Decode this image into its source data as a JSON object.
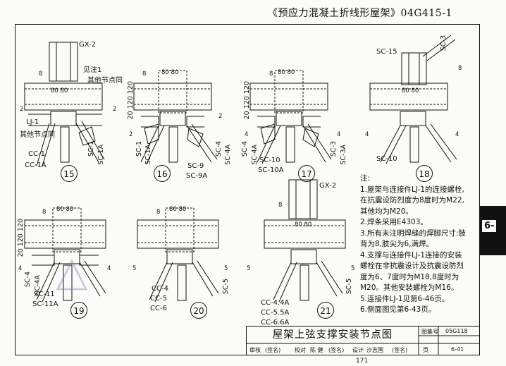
{
  "header": {
    "title": "《预应力混凝土折线形屋架》04G415-1"
  },
  "side_tab": {
    "label": "6-"
  },
  "notes": {
    "heading": "注:",
    "lines": [
      "1.屋架与连接件LJ-1的连接螺栓,",
      "  在抗震设防烈度为8度时为M22,",
      "  其他均为M20。",
      "2.焊条采用E4303。",
      "3.所有未注明焊缝的焊脚尺寸:肢",
      "  背为8,肢尖为6,满焊。",
      "4.支撑与连接件LJ-1连接的安装",
      "  螺栓在非抗震设计及抗震设防烈",
      "  度为6、7度时为M18,8度时为",
      "  M20。其他安装螺栓为M16。",
      "5.连接件LJ-1见第6-46页。",
      "6.侧面图见第6-43页。"
    ]
  },
  "title_block": {
    "title": "屋架上弦支撑安装节点图",
    "atlas_label": "图集号",
    "atlas_no": "05G118",
    "page_label": "页",
    "page_no": "6-41",
    "review_label": "审核",
    "reviewer": "(签名)",
    "check_label": "校对",
    "checker": "陈 健",
    "checker_sign": "(签名)",
    "design_label": "设计",
    "designer": "沙志国",
    "designer_sign": "(签名)"
  },
  "page_number": "171",
  "details": [
    {
      "id": "d15",
      "number": "15",
      "labels": [
        "GX-2",
        "8",
        "见注1",
        "其他节点同",
        "80 80",
        "LJ-1",
        "其他节点同",
        "CC-1",
        "CC-1A",
        "SC-1A",
        "SC-1",
        "2",
        "2"
      ]
    },
    {
      "id": "d16",
      "number": "16",
      "labels": [
        "8",
        "80 80",
        "20 120 120",
        "SC-1",
        "SC-1A",
        "SC-9",
        "SC-9A",
        "SC-4",
        "SC-4A",
        "2",
        "2"
      ]
    },
    {
      "id": "d17",
      "number": "17",
      "labels": [
        "8",
        "80 80",
        "20 120 120",
        "SC-4",
        "SC-4A",
        "SC-10",
        "SC-10A",
        "SC-3",
        "SC-3A",
        "4",
        "4"
      ]
    },
    {
      "id": "d18",
      "number": "18",
      "labels": [
        "SC-15",
        "8",
        "80 80",
        "SC-3",
        "SC-10",
        "4",
        "4"
      ]
    },
    {
      "id": "d19",
      "number": "19",
      "labels": [
        "8",
        "80 80",
        "20 120 120",
        "SC-4",
        "SC-4A",
        "SC-11",
        "SC-11A",
        "4",
        "4"
      ]
    },
    {
      "id": "d20",
      "number": "20",
      "labels": [
        "8",
        "80 80",
        "CC-4",
        "CC-5",
        "CC-6",
        "SC-5",
        "5",
        "5"
      ]
    },
    {
      "id": "d21",
      "number": "21",
      "labels": [
        "GX-2",
        "8",
        "80 80",
        "CC-4.4A",
        "CC-5.5A",
        "CC-6.6A",
        "SC-5",
        "5",
        "5"
      ]
    }
  ]
}
